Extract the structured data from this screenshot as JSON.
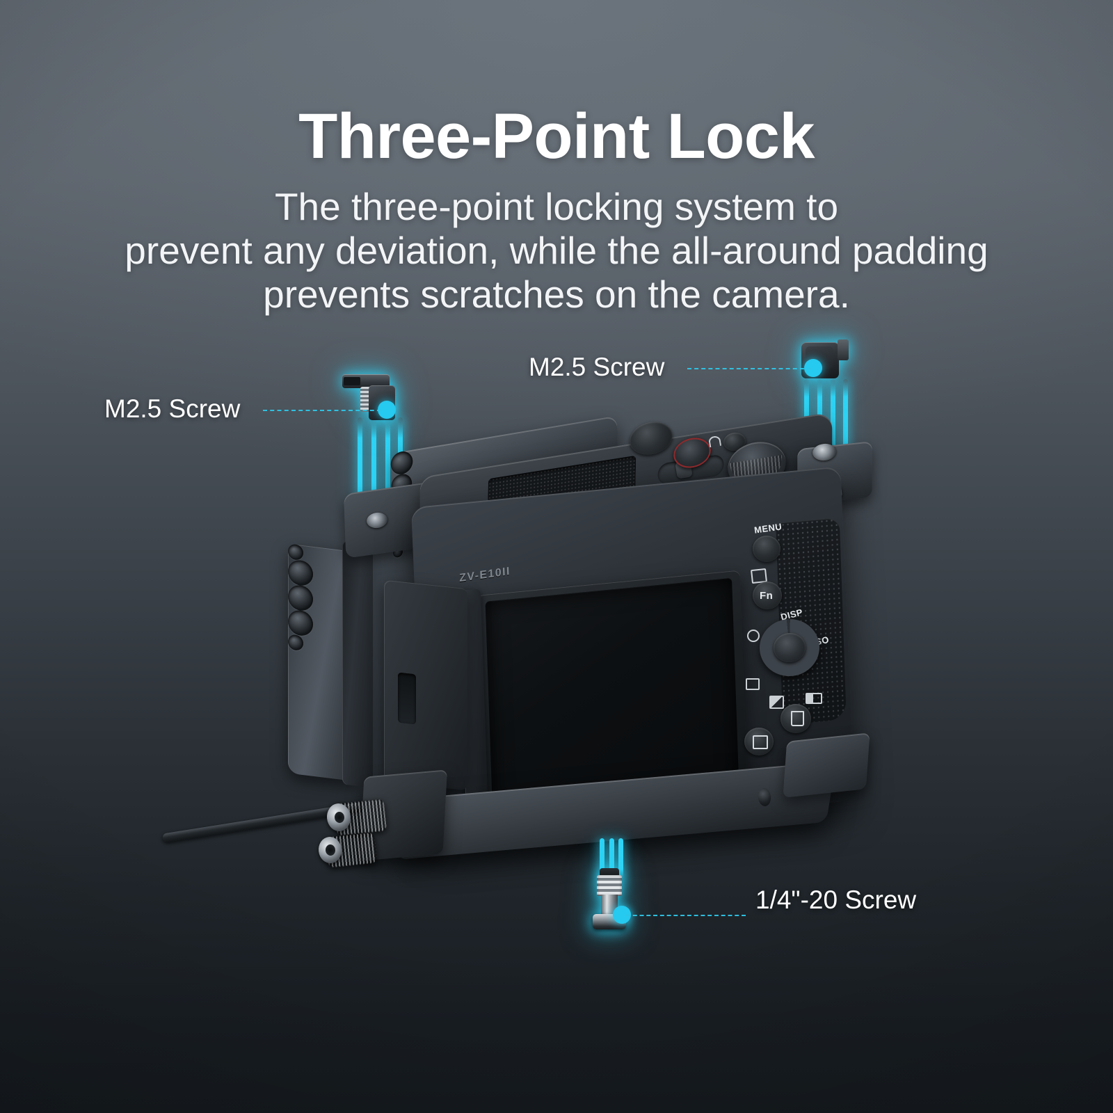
{
  "heading": {
    "title": "Three-Point Lock",
    "subtitle_lines": [
      "The three-point locking system to",
      "prevent any deviation, while the all-around padding",
      "prevents scratches on the camera."
    ]
  },
  "colors": {
    "accent_cyan": "#2fd4f5",
    "leader_line": "#2fc6e8",
    "text_white": "#ffffff",
    "bg_top": "#5e656d",
    "bg_bottom": "#151a1e"
  },
  "callouts": [
    {
      "id": "m25-left",
      "label": "M2.5 Screw",
      "part": "m2.5-screw-bracket"
    },
    {
      "id": "m25-right",
      "label": "M2.5 Screw",
      "part": "m2.5-screw-bracket"
    },
    {
      "id": "quarter",
      "label": "1/4\"-20 Screw",
      "part": "quarter-twenty-screw"
    }
  ],
  "product": {
    "camera_model": "ZV-E10II",
    "controls": {
      "menu": "MENU",
      "fn": "Fn",
      "disp": "DISP",
      "iso": "ISO"
    }
  }
}
